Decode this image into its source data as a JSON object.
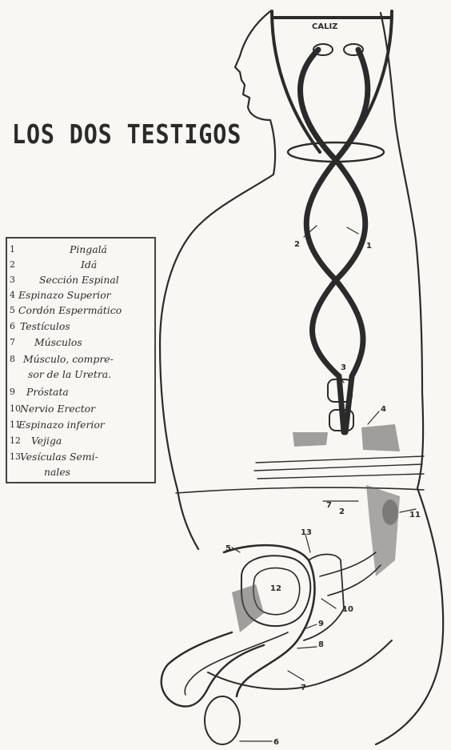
{
  "title": "LOS DOS TESTIGOS",
  "calix_label": "CALIZ",
  "legend": {
    "items": [
      {
        "num": "1",
        "text": "Pingalá",
        "indent": 78
      },
      {
        "num": "2",
        "text": "Idá",
        "indent": 92
      },
      {
        "num": "3",
        "text": "Sección Espinal",
        "indent": 40
      },
      {
        "num": "4",
        "text": "Espinazo Superior",
        "indent": 14
      },
      {
        "num": "5",
        "text": "Cordón Espermático",
        "indent": 14
      },
      {
        "num": "6",
        "text": "Testículos",
        "indent": 16
      },
      {
        "num": "7",
        "text": "Músculos",
        "indent": 34
      },
      {
        "num": "8",
        "text": "Músculo, compre-",
        "indent": 20
      },
      {
        "num": "",
        "text": "sor de la Uretra.",
        "indent": 26
      },
      {
        "num": "9",
        "text": "Próstata",
        "indent": 24
      },
      {
        "num": "10",
        "text": "Nervio Erector",
        "indent": 16
      },
      {
        "num": "11",
        "text": "Espinazo inferior",
        "indent": 14
      },
      {
        "num": "12",
        "text": "Vejiga",
        "indent": 30
      },
      {
        "num": "13",
        "text": "Vesículas Semi-",
        "indent": 16
      },
      {
        "num": "",
        "text": "nales",
        "indent": 46
      }
    ]
  },
  "figure_labels": {
    "n1": "1",
    "n2": "2",
    "n3": "3",
    "n4": "4",
    "n5": "5",
    "n6": "6",
    "n7": "7",
    "n8": "8",
    "n9": "9",
    "n10": "10",
    "n11": "11",
    "n12": "12",
    "n13": "13"
  },
  "colors": {
    "ink": "#2b2b2b",
    "paper": "#f8f7f3"
  }
}
